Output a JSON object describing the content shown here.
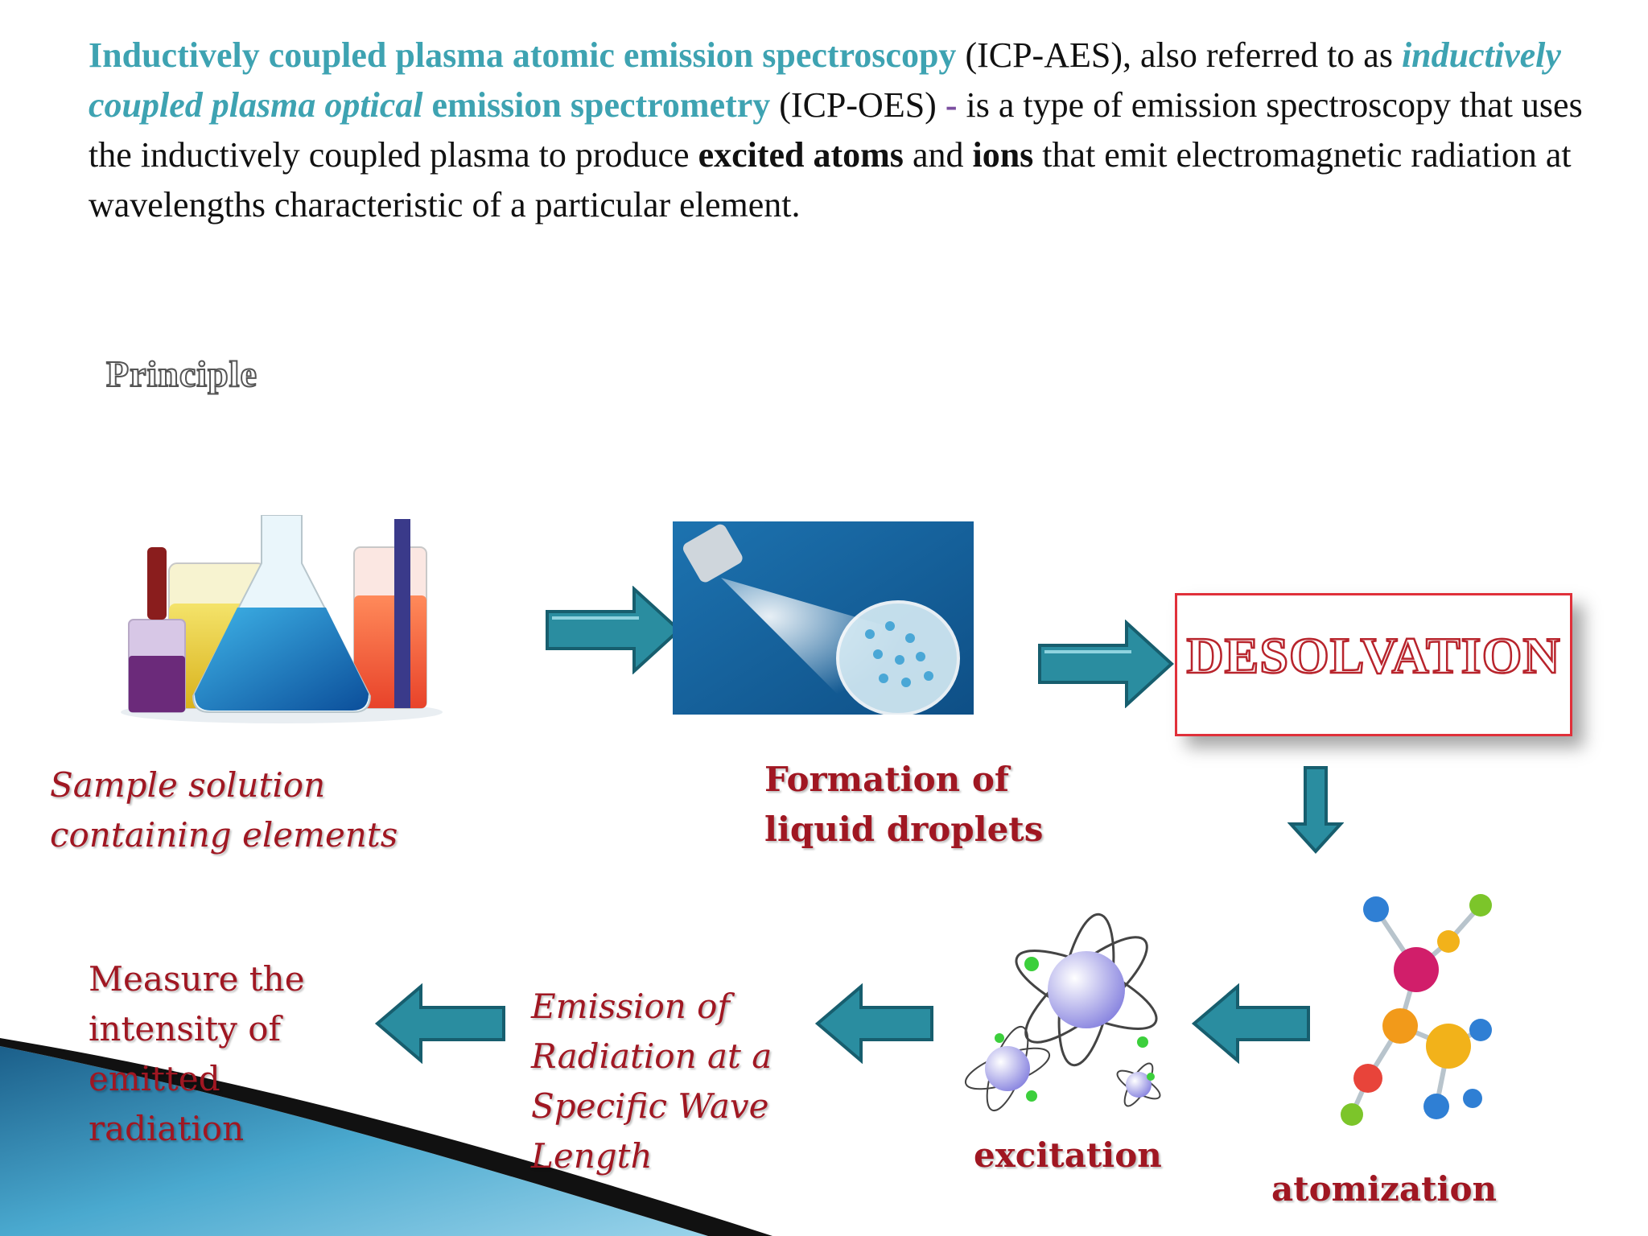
{
  "intro": {
    "p1": "Inductively coupled plasma atomic emission spectroscopy",
    "p2": " (ICP-AES), also referred to as ",
    "p3": "inductively coupled plasma optical",
    "p4": " emission spectrometry",
    "p5": " (ICP-OES) ",
    "p6": "-",
    "p7": " is a type of emission spectroscopy that uses the inductively coupled plasma to produce ",
    "p8": "excited atoms",
    "p9": " and ",
    "p10": "ions",
    "p11": " that emit electromagnetic radiation at wavelengths characteristic of a particular element."
  },
  "principle": "Principle",
  "steps": {
    "sample_line1": "Sample solution",
    "sample_line2": "containing elements",
    "droplets_line1": "Formation of",
    "droplets_line2": "liquid droplets",
    "desolvation": "DESOLVATION",
    "atomization": "atomization",
    "excitation": "excitation",
    "emission_line1": "Emission of",
    "emission_line2": "Radiation at a",
    "emission_line3": "Specific Wave",
    "emission_line4": "Length",
    "measure_line1": "Measure the",
    "measure_line2": "intensity of",
    "measure_line3": "emitted",
    "measure_line4": "radiation"
  },
  "colors": {
    "teal_text": "#3ea3b2",
    "label_red": "#a01722",
    "arrow_fill": "#2a8da0",
    "box_border": "#e0303a"
  },
  "icons": [
    "lab-glassware-image",
    "spray-nozzle-image",
    "molecule-model-image",
    "atom-orbit-image"
  ]
}
